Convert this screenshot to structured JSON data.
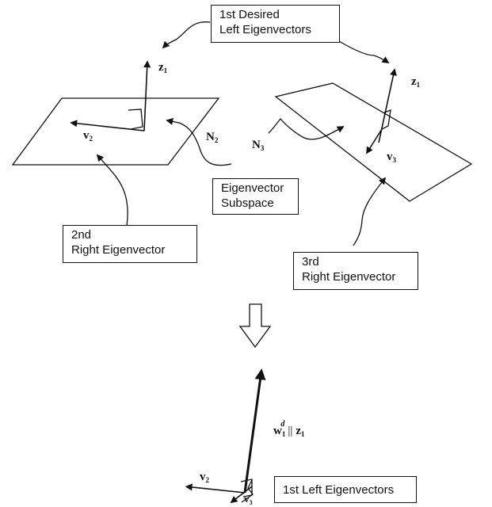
{
  "labels": {
    "desired": [
      "1st Desired",
      "Left Eigenvectors"
    ],
    "subspace": [
      "Eigenvector",
      "Subspace"
    ],
    "second": [
      "2nd",
      "Right Eigenvector"
    ],
    "third": [
      "3rd",
      "Right Eigenvector"
    ],
    "result": [
      "1st Left Eigenvectors"
    ]
  },
  "symbols": {
    "z": "z",
    "z_sub": "1",
    "v": "v",
    "v2_sub": "2",
    "v3_sub": "3",
    "N": "N",
    "n2_sub": "2",
    "n3_sub": "3",
    "w": "w",
    "w_sub": "1",
    "w_sup": "d",
    "parallel": "||"
  }
}
